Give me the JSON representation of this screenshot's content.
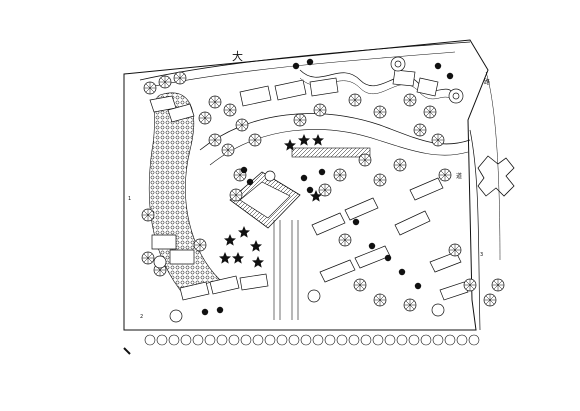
{
  "plan": {
    "road_label": "大",
    "callouts": [
      {
        "id": "road-top-right",
        "text": "路"
      },
      {
        "id": "gate-right",
        "text": "道"
      },
      {
        "id": "annot-1",
        "text": "1"
      },
      {
        "id": "annot-2",
        "text": "2"
      },
      {
        "id": "annot-3",
        "text": "3"
      }
    ]
  },
  "colors": {
    "ink": "#111111",
    "paper": "#ffffff"
  }
}
